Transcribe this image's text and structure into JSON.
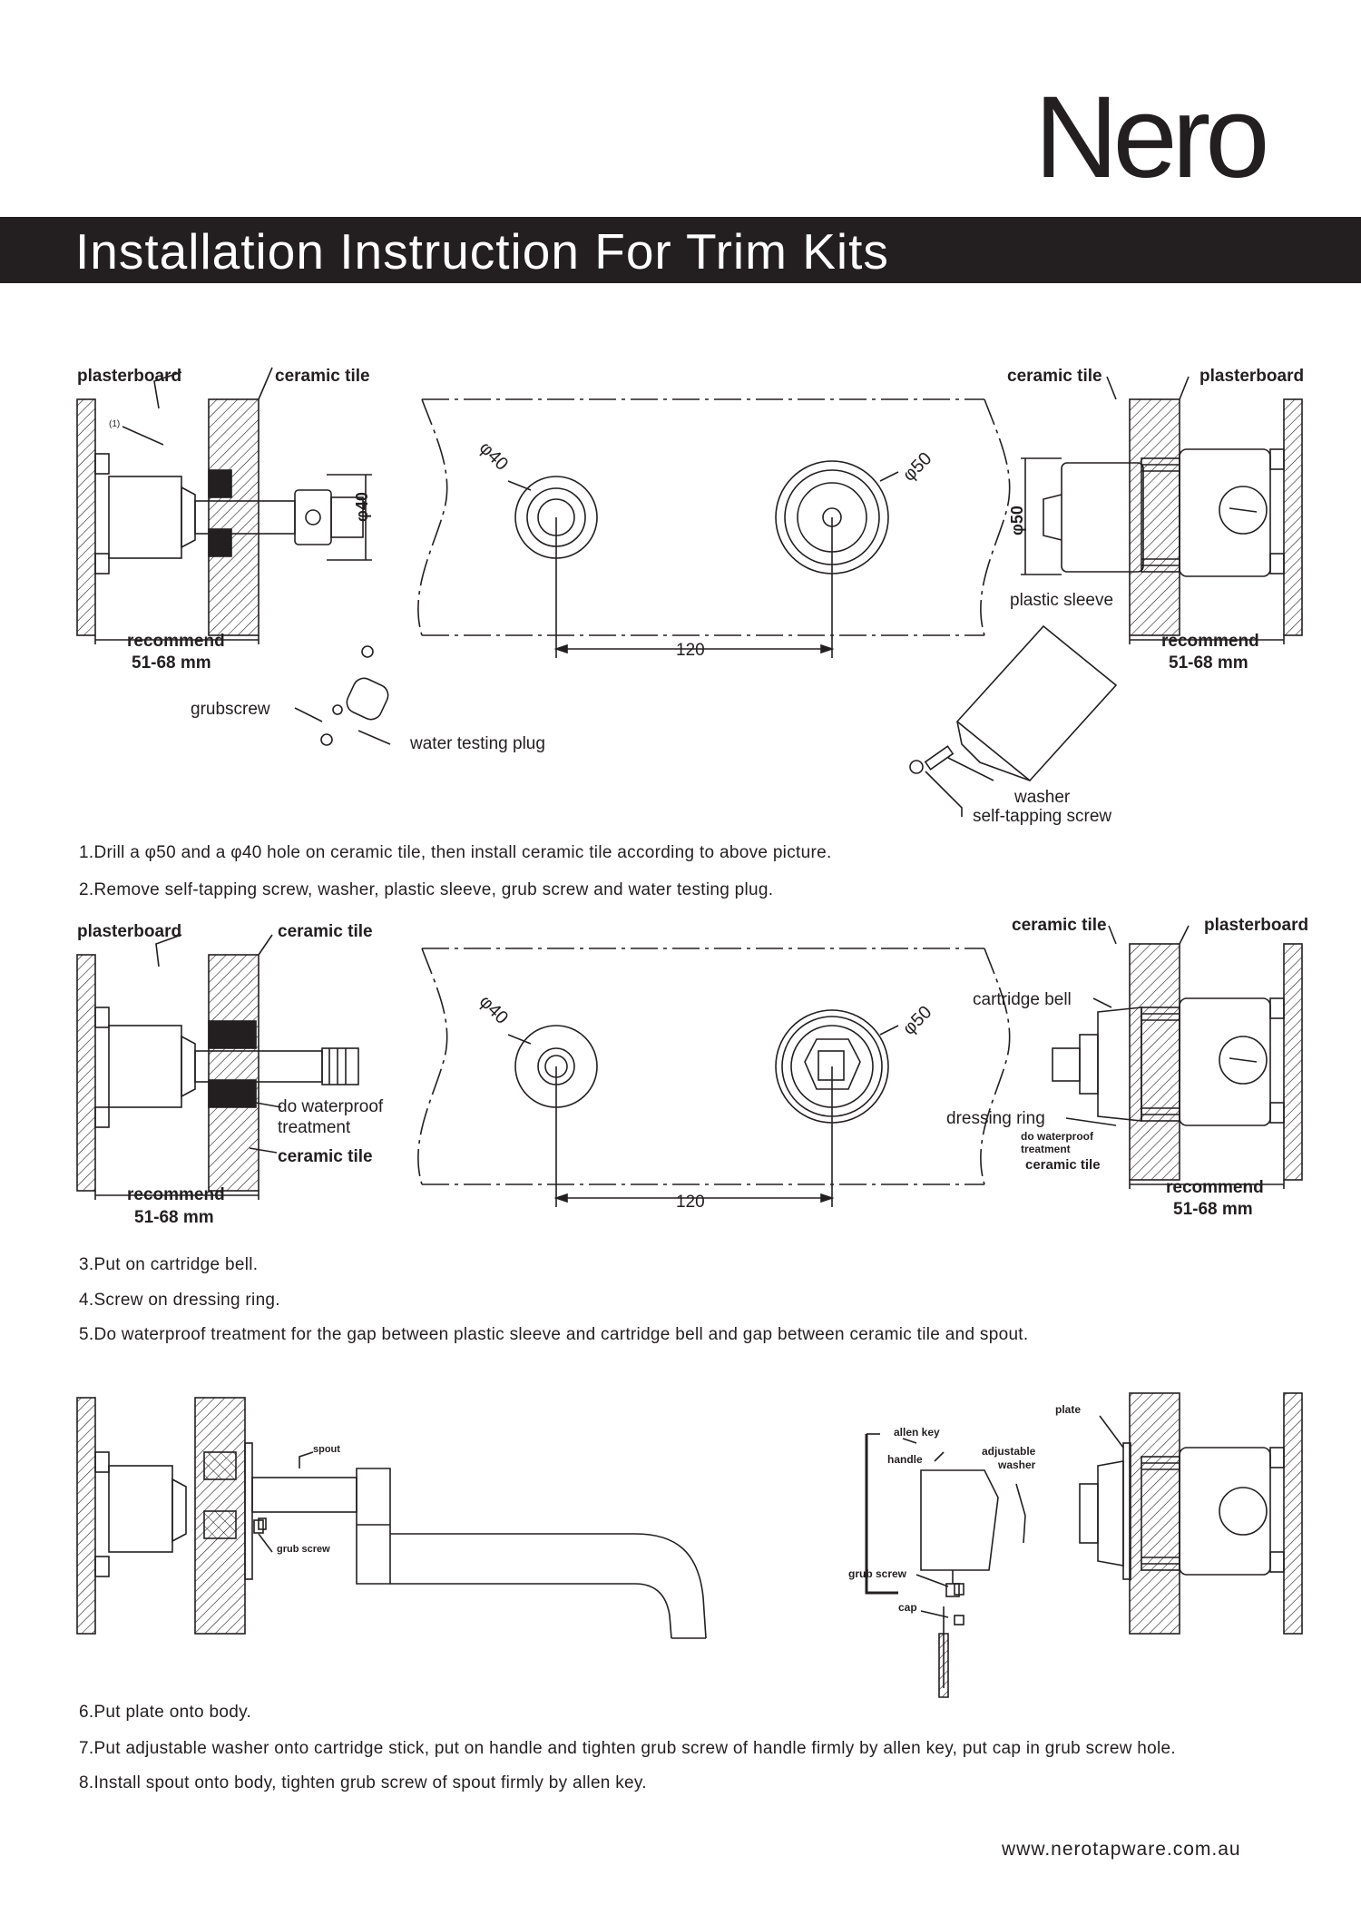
{
  "brand": {
    "logo": "Nero"
  },
  "header": {
    "title": "Installation Instruction For Trim Kits"
  },
  "labels": {
    "plasterboard": "plasterboard",
    "ceramic_tile": "ceramic tile",
    "recommend": "recommend",
    "recommend_range": "51-68 mm",
    "dia40": "φ40",
    "dia50": "φ50",
    "dim_120": "120",
    "callout_1": "(1)",
    "grubscrew": "grubscrew",
    "water_testing_plug": "water testing plug",
    "plastic_sleeve": "plastic sleeve",
    "washer": "washer",
    "self_tapping_screw": "self-tapping screw",
    "do_waterproof": "do waterproof",
    "treatment": "treatment",
    "cartridge_bell": "cartridge bell",
    "dressing_ring": "dressing ring",
    "spout": "spout",
    "grub_screw": "grub screw",
    "allen_key": "allen key",
    "handle": "handle",
    "adjustable": "adjustable",
    "washer_small": "washer",
    "cap": "cap",
    "plate": "plate"
  },
  "steps": [
    "1.Drill a φ50 and a φ40 hole on ceramic tile, then install ceramic tile according to above picture.",
    "2.Remove self-tapping screw, washer, plastic sleeve, grub screw and water testing plug.",
    "3.Put on cartridge bell.",
    "4.Screw on dressing ring.",
    "5.Do waterproof treatment for the gap between plastic sleeve and cartridge bell and gap between ceramic tile and spout.",
    "6.Put plate onto body.",
    "7.Put adjustable washer onto cartridge stick, put on handle and tighten grub screw of handle firmly by allen key, put cap in grub screw hole.",
    "8.Install spout onto body, tighten grub screw of spout firmly by allen key."
  ],
  "footer": {
    "url": "www.nerotapware.com.au"
  }
}
